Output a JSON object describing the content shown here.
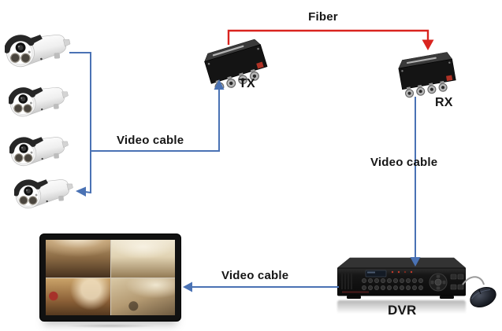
{
  "diagram": {
    "colors": {
      "fiber_line": "#d9241f",
      "video_line": "#4a72b4",
      "label_text": "#161616"
    },
    "devices": [
      {
        "icon": "bullet-camera-icon",
        "count": 4
      },
      {
        "icon": "fiber-video-transmitter-icon",
        "label": "TX"
      },
      {
        "icon": "fiber-video-receiver-icon",
        "label": "RX"
      },
      {
        "icon": "quad-view-monitor-icon"
      },
      {
        "icon": "dvr-icon",
        "label": "DVR"
      },
      {
        "icon": "mouse-icon"
      }
    ],
    "connections": [
      {
        "label": "Fiber",
        "from": "TX",
        "to": "RX",
        "color": "#d9241f"
      },
      {
        "label": "Video cable",
        "from": "cameras",
        "to": "TX",
        "color": "#4a72b4"
      },
      {
        "label": "Video cable",
        "from": "RX",
        "to": "DVR",
        "color": "#4a72b4"
      },
      {
        "label": "Video cable",
        "from": "DVR",
        "to": "monitor",
        "color": "#4a72b4"
      }
    ]
  }
}
